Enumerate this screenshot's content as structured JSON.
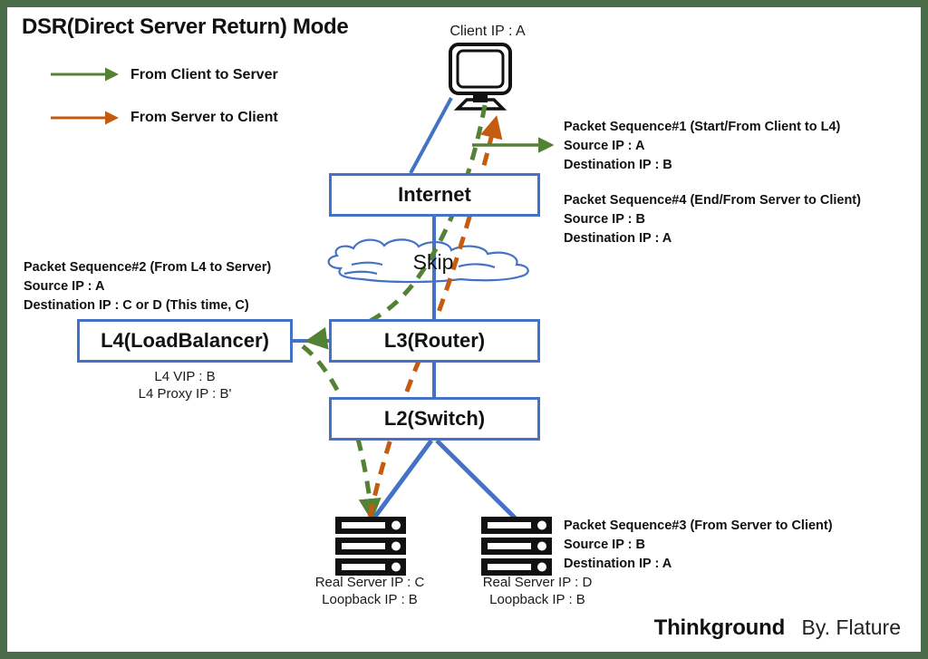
{
  "title": "DSR(Direct Server Return) Mode",
  "colors": {
    "frame_border": "#4a6b4a",
    "node_border": "#4472C4",
    "connector": "#4472C4",
    "client_to_server": "#548235",
    "server_to_client": "#C55A11",
    "text": "#111111"
  },
  "legend": {
    "items": [
      {
        "label": "From Client to Server",
        "color": "#548235",
        "icon": "arrow-right-icon"
      },
      {
        "label": "From Server to Client",
        "color": "#C55A11",
        "icon": "arrow-right-icon"
      }
    ]
  },
  "nodes": {
    "client": {
      "caption": "Client IP : A",
      "icon": "monitor-icon"
    },
    "internet": {
      "label": "Internet"
    },
    "cloud": {
      "label": "Skip",
      "icon": "cloud-icon"
    },
    "l4": {
      "label": "L4(LoadBalancer)",
      "caption_line1": "L4 VIP : B",
      "caption_line2": "L4 Proxy IP : B'"
    },
    "l3": {
      "label": "L3(Router)"
    },
    "l2": {
      "label": "L2(Switch)"
    },
    "server1": {
      "icon": "server-rack-icon",
      "caption_line1": "Real Server IP : C",
      "caption_line2": "Loopback IP : B"
    },
    "server2": {
      "icon": "server-rack-icon",
      "caption_line1": "Real Server IP : D",
      "caption_line2": "Loopback IP : B"
    }
  },
  "annotations": {
    "seq1": {
      "heading": "Packet Sequence#1 (Start/From Client to L4)",
      "source": "Source IP : A",
      "destination": "Destination IP : B"
    },
    "seq4": {
      "heading": "Packet Sequence#4 (End/From Server to Client)",
      "source": "Source IP : B",
      "destination": "Destination IP : A"
    },
    "seq2": {
      "heading": "Packet Sequence#2 (From L4 to Server)",
      "source": "Source IP : A",
      "destination": "Destination IP : C or D (This time, C)"
    },
    "seq3": {
      "heading": "Packet Sequence#3 (From Server to Client)",
      "source": "Source IP : B",
      "destination": "Destination IP : A"
    }
  },
  "footer": {
    "brand": "Thinkground",
    "author": "By. Flature"
  }
}
